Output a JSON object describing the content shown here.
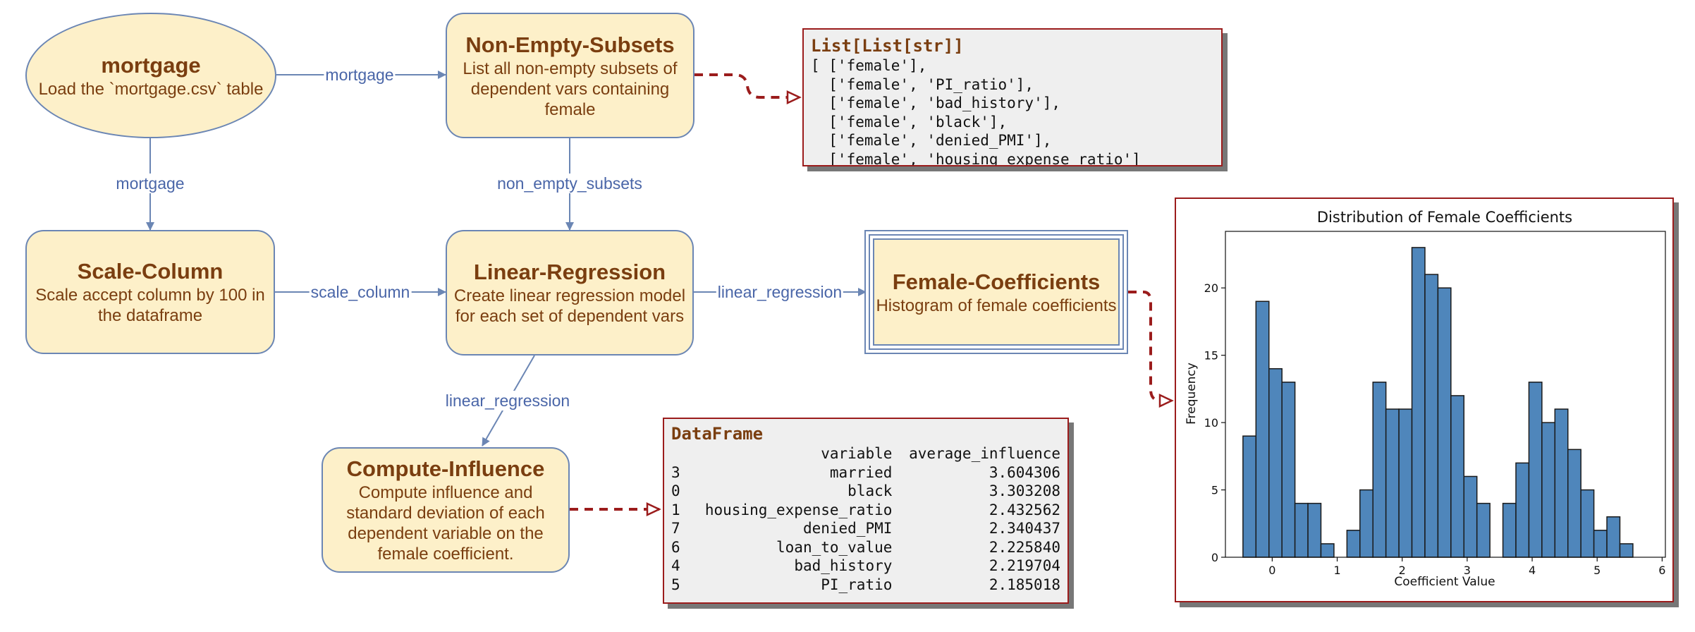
{
  "nodes": {
    "mortgage": {
      "title": "mortgage",
      "desc": "Load the `mortgage.csv` table"
    },
    "non_empty_subsets": {
      "title": "Non-Empty-Subsets",
      "desc": "List all non-empty subsets of dependent vars containing female"
    },
    "scale_column": {
      "title": "Scale-Column",
      "desc": "Scale accept column by 100 in the dataframe"
    },
    "linear_regression": {
      "title": "Linear-Regression",
      "desc": "Create linear regression model for each set of dependent vars"
    },
    "female_coefficients": {
      "title": "Female-Coefficients",
      "desc": "Histogram of female coefficients"
    },
    "compute_influence": {
      "title": "Compute-Influence",
      "desc": "Compute influence and standard deviation of each dependent variable on the female coefficient."
    }
  },
  "edges": {
    "mortgage_to_subsets": "mortgage",
    "mortgage_to_scale": "mortgage",
    "subsets_to_regression": "non_empty_subsets",
    "scale_to_regression": "scale_column",
    "regression_to_coefficients": "linear_regression",
    "regression_to_influence": "linear_regression"
  },
  "list_panel": {
    "title": "List[List[str]]",
    "lines": [
      "[ ['female'],",
      "  ['female', 'PI_ratio'],",
      "  ['female', 'bad_history'],",
      "  ['female', 'black'],",
      "  ['female', 'denied_PMI'],",
      "  ['female', 'housing_expense_ratio']"
    ]
  },
  "dataframe_panel": {
    "title": "DataFrame",
    "columns": [
      "",
      "variable",
      "average_influence"
    ],
    "rows": [
      [
        "3",
        "married",
        "3.604306"
      ],
      [
        "0",
        "black",
        "3.303208"
      ],
      [
        "1",
        "housing_expense_ratio",
        "2.432562"
      ],
      [
        "7",
        "denied_PMI",
        "2.340437"
      ],
      [
        "6",
        "loan_to_value",
        "2.225840"
      ],
      [
        "4",
        "bad_history",
        "2.219704"
      ],
      [
        "5",
        "PI_ratio",
        "2.185018"
      ]
    ]
  },
  "chart_data": {
    "type": "bar",
    "title": "Distribution of Female Coefficients",
    "xlabel": "Coefficient Value",
    "ylabel": "Frequency",
    "xlim": [
      -0.72,
      6.05
    ],
    "ylim": [
      0,
      24.2
    ],
    "xticks": [
      0,
      1,
      2,
      3,
      4,
      5,
      6
    ],
    "yticks": [
      0,
      5,
      10,
      15,
      20
    ],
    "bin_width": 0.2,
    "bins": [
      {
        "x0": -0.45,
        "value": 9
      },
      {
        "x0": -0.25,
        "value": 19
      },
      {
        "x0": -0.05,
        "value": 14
      },
      {
        "x0": 0.15,
        "value": 13
      },
      {
        "x0": 0.35,
        "value": 4
      },
      {
        "x0": 0.55,
        "value": 4
      },
      {
        "x0": 0.75,
        "value": 1
      },
      {
        "x0": 1.15,
        "value": 2
      },
      {
        "x0": 1.35,
        "value": 5
      },
      {
        "x0": 1.55,
        "value": 13
      },
      {
        "x0": 1.75,
        "value": 11
      },
      {
        "x0": 1.95,
        "value": 11
      },
      {
        "x0": 2.15,
        "value": 23
      },
      {
        "x0": 2.35,
        "value": 21
      },
      {
        "x0": 2.55,
        "value": 20
      },
      {
        "x0": 2.75,
        "value": 12
      },
      {
        "x0": 2.95,
        "value": 6
      },
      {
        "x0": 3.15,
        "value": 4
      },
      {
        "x0": 3.55,
        "value": 4
      },
      {
        "x0": 3.75,
        "value": 7
      },
      {
        "x0": 3.95,
        "value": 13
      },
      {
        "x0": 4.15,
        "value": 10
      },
      {
        "x0": 4.35,
        "value": 11
      },
      {
        "x0": 4.55,
        "value": 8
      },
      {
        "x0": 4.75,
        "value": 5
      },
      {
        "x0": 4.95,
        "value": 2
      },
      {
        "x0": 5.15,
        "value": 3
      },
      {
        "x0": 5.35,
        "value": 1
      }
    ],
    "bar_color": "#4f86bb",
    "edge_color": "#1a1a1a",
    "grid": false
  },
  "colors": {
    "node_fill": "#fdf0c9",
    "node_border": "#6b86b4",
    "edge": "#6b86b4",
    "edge_label": "#4a66a8",
    "dashed_edge": "#9b1c1c",
    "title_text": "#7a3e10"
  }
}
